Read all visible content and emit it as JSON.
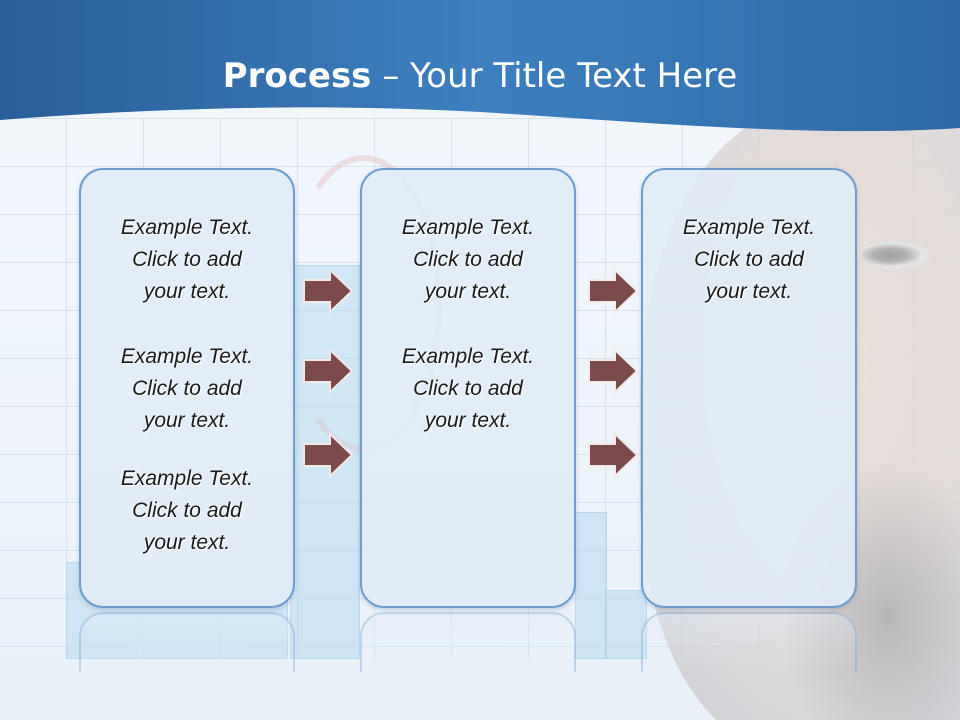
{
  "title": {
    "bold": "Process",
    "rest": " – Your Title Text Here"
  },
  "colors": {
    "header": "#2f6aa6",
    "card_border": "#6e9dcd",
    "card_fill": "#e1ecf6",
    "arrow": "#7b4a4a"
  },
  "columns": [
    {
      "items": [
        [
          "Example Text.",
          "Click  to add",
          "your text."
        ],
        [
          "Example Text.",
          "Click  to add",
          "your text."
        ],
        [
          "Example Text.",
          "Click  to add",
          "your text."
        ]
      ]
    },
    {
      "items": [
        [
          "Example Text.",
          "Click  to add",
          "your text."
        ],
        [
          "Example Text.",
          "Click  to add",
          "your text."
        ]
      ]
    },
    {
      "items": [
        [
          "Example Text.",
          "Click  to add",
          "your text."
        ]
      ]
    }
  ],
  "arrow_icon": "right-arrow-icon"
}
